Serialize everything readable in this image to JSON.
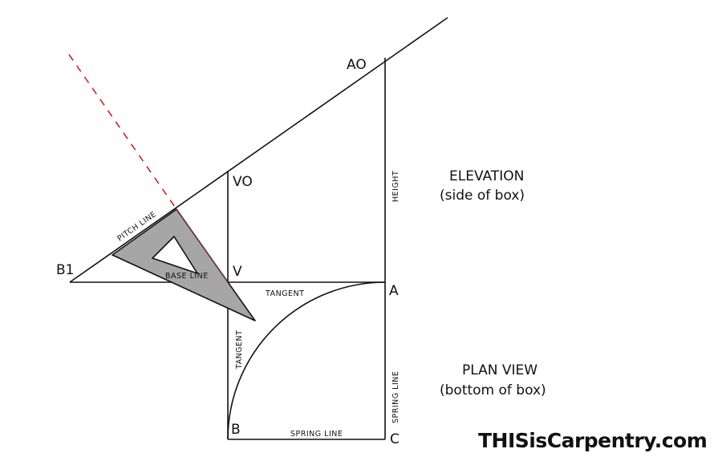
{
  "points": {
    "a0": "AO",
    "v0": "VO",
    "b1": "B1",
    "v": "V",
    "a": "A",
    "b": "B",
    "c": "C"
  },
  "line_labels": {
    "pitch_line": "PITCH LINE",
    "base_line": "BASE LINE",
    "tangent_horizontal": "TANGENT",
    "tangent_vertical": "TANGENT",
    "height": "HEIGHT",
    "spring_line_vertical": "SPRING LINE",
    "spring_line_horizontal": "SPRING LINE"
  },
  "views": {
    "elevation_title": "ELEVATION",
    "elevation_subtitle": "(side of box)",
    "plan_title": "PLAN VIEW",
    "plan_subtitle": "(bottom of box)"
  },
  "logo": {
    "text": "THISisCarpentry.com"
  },
  "colors": {
    "line": "#111111",
    "dashed_line": "#cc2222",
    "triangle_fill": "#a6a6a6"
  }
}
